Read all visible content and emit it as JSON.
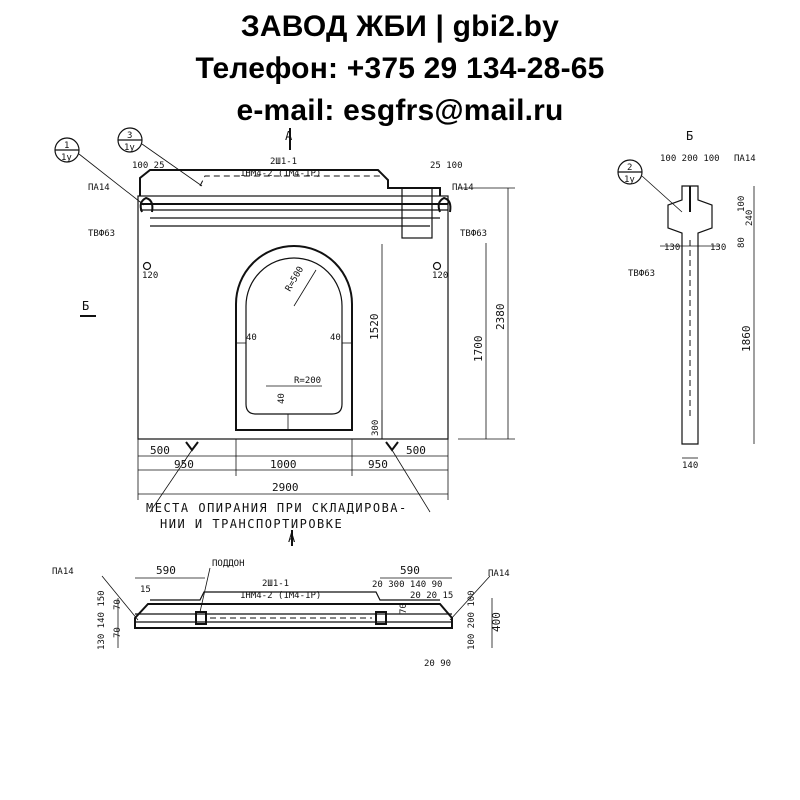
{
  "header": {
    "line1": "ЗАВОД ЖБИ | gbi2.by",
    "line2": "Телефон: +375 29 134-28-65",
    "line3": "e-mail: esgfrs@mail.ru"
  },
  "front_view": {
    "section_a": "А",
    "section_b": "Б",
    "callout_1_top": "1",
    "callout_1_bottom": "1у",
    "callout_3_top": "3",
    "callout_3_bottom": "1у",
    "dim_top_left": "100 25",
    "dim_top_right": "25 100",
    "mesh_label_1": "2Ш1-1",
    "mesh_label_2": "1НМ4-2 (1М4-1Р)",
    "loop_left": "ПА14",
    "loop_right": "ПА14",
    "hole_left": "ТВФ63",
    "hole_right": "ТВФ63",
    "dim_120_left": "120",
    "dim_120_right": "120",
    "radius_top": "R=500",
    "radius_bottom": "R=200",
    "dim_40_left": "40",
    "dim_40_right": "40",
    "dim_40_bottom": "40",
    "dim_1520": "1520",
    "dim_1700": "1700",
    "dim_2380": "2380",
    "dim_300": "300",
    "dim_500_left": "500",
    "dim_500_right": "500",
    "dim_950_left": "950",
    "dim_1000": "1000",
    "dim_950_right": "950",
    "dim_2900": "2900",
    "note_line1": "МЕСТА ОПИРАНИЯ ПРИ СКЛАДИРОВА-",
    "note_line2": "НИИ И ТРАНСПОРТИРОВКЕ"
  },
  "section_b": {
    "title": "Б",
    "callout_2_top": "2",
    "callout_2_bottom": "1у",
    "dim_top": "100 200 100",
    "loop": "ПА14",
    "dim_240": "240",
    "dim_80": "80",
    "dim_100": "100",
    "dim_130_left": "130",
    "dim_130_right": "130",
    "hole": "ТВФ63",
    "dim_1860": "1860",
    "dim_140": "140"
  },
  "plan_view": {
    "title": "А",
    "loop_left": "ПА14",
    "loop_right": "ПА14",
    "dim_590_left": "590",
    "dim_590_right": "590",
    "pallet": "ПОДДОН",
    "mesh_label_1": "2Ш1-1",
    "mesh_label_2": "1НМ4-2 (1М4-1Р)",
    "dim_15": "15",
    "dim_20_300_140_90": "20 300 140 90",
    "dim_20_20_15": "20  20 15",
    "dim_left_stack": "130 140 150",
    "dim_70_a": "70",
    "dim_70_b": "70",
    "dim_70_c": "70",
    "dim_right_stack": "100 200 100",
    "dim_400": "400",
    "dim_20_90": "20 90"
  }
}
